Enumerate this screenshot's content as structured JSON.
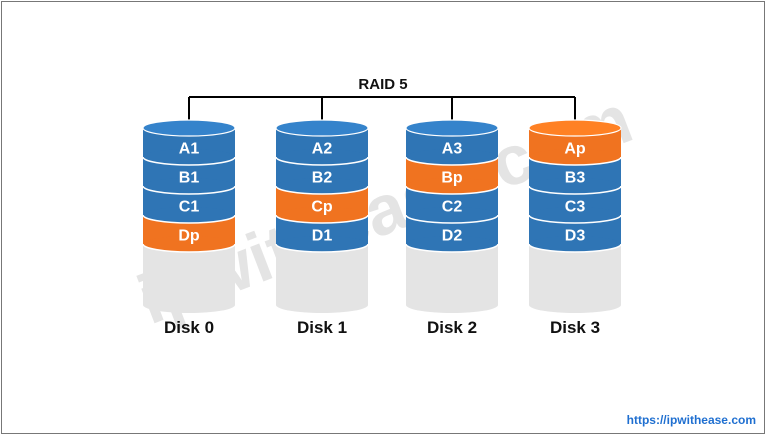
{
  "title": "RAID 5",
  "watermark": "ipwithease.com",
  "source_url": "https://ipwithease.com",
  "colors": {
    "data": "#2f75b5",
    "parity": "#f07320",
    "empty": "#e4e4e4",
    "line": "#000000"
  },
  "disks": [
    {
      "label": "Disk 0",
      "blocks": [
        {
          "text": "A1",
          "type": "data"
        },
        {
          "text": "B1",
          "type": "data"
        },
        {
          "text": "C1",
          "type": "data"
        },
        {
          "text": "Dp",
          "type": "parity"
        }
      ]
    },
    {
      "label": "Disk 1",
      "blocks": [
        {
          "text": "A2",
          "type": "data"
        },
        {
          "text": "B2",
          "type": "data"
        },
        {
          "text": "Cp",
          "type": "parity"
        },
        {
          "text": "D1",
          "type": "data"
        }
      ]
    },
    {
      "label": "Disk 2",
      "blocks": [
        {
          "text": "A3",
          "type": "data"
        },
        {
          "text": "Bp",
          "type": "parity"
        },
        {
          "text": "C2",
          "type": "data"
        },
        {
          "text": "D2",
          "type": "data"
        }
      ]
    },
    {
      "label": "Disk 3",
      "blocks": [
        {
          "text": "Ap",
          "type": "parity"
        },
        {
          "text": "B3",
          "type": "data"
        },
        {
          "text": "C3",
          "type": "data"
        },
        {
          "text": "D3",
          "type": "data"
        }
      ]
    }
  ]
}
